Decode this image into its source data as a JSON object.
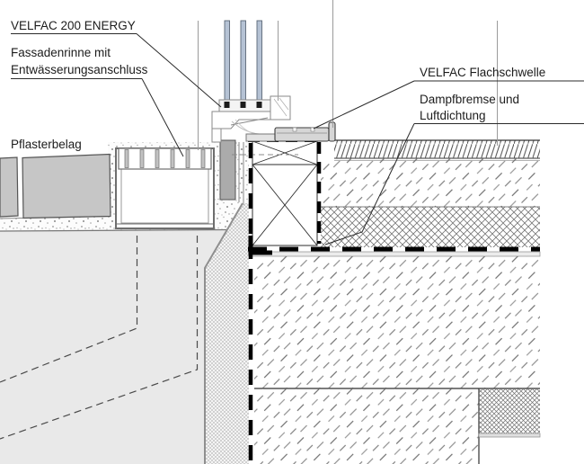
{
  "drawing": {
    "labels": {
      "velfac_energy": "VELFAC 200 ENERGY",
      "fassadenrinne_line1": "Fassadenrinne mit",
      "fassadenrinne_line2": "Entwässerungsanschluss",
      "pflasterbelag": "Pflasterbelag",
      "flachschwelle": "VELFAC Flachschwelle",
      "dampfbremse_line1": "Dampfbremse und",
      "dampfbremse_line2": "Luftdichtung"
    },
    "colors": {
      "glass_blue": "#b5c2d4",
      "paving_gray": "#c6c6c6",
      "ground_gray": "#e9e9e9",
      "threshold_gray": "#d6d6d6",
      "edge_block_gray": "#ababab",
      "seal_black": "#000000",
      "annotation_line": "#2b2b2b"
    }
  }
}
